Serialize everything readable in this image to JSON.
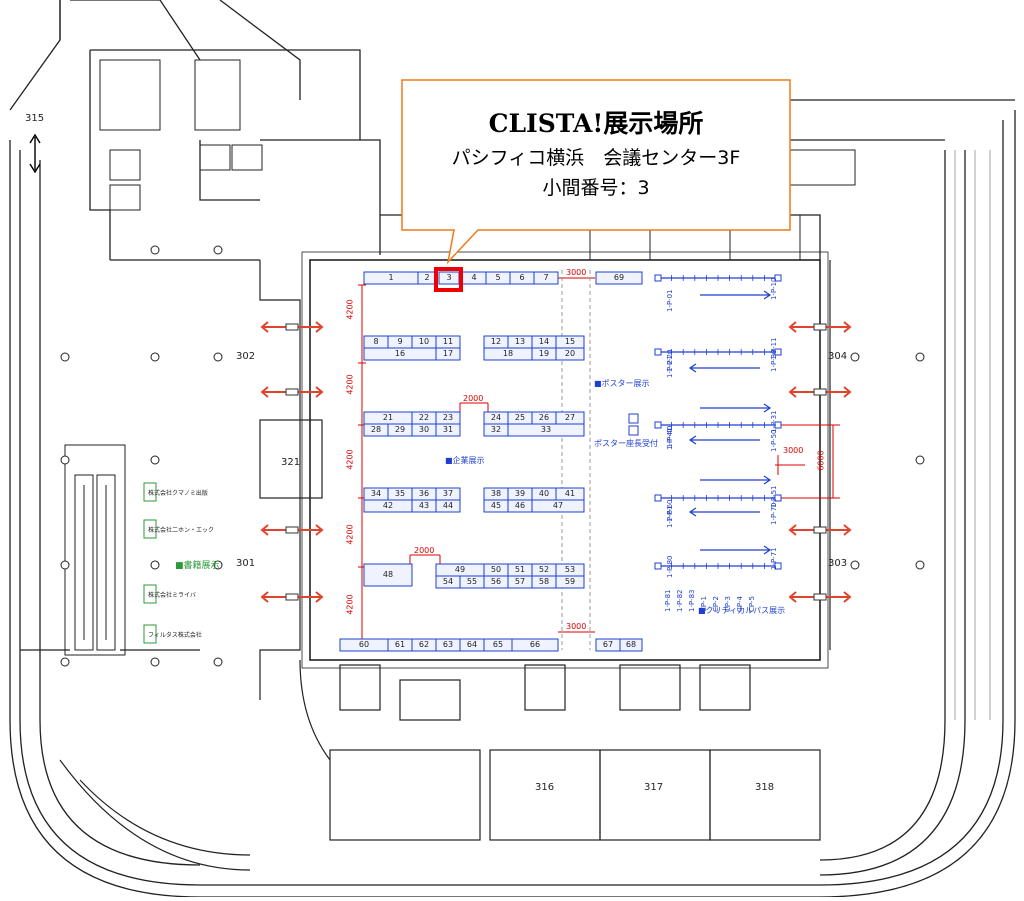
{
  "callout": {
    "title": "CLISTA!展示場所",
    "venue": "パシフィコ横浜　会議センター3F",
    "booth_label": "小間番号：",
    "booth_number": "3"
  },
  "rooms": {
    "r315": "315",
    "r302": "302",
    "r304": "304",
    "r321": "321",
    "r301": "301",
    "r303": "303",
    "r316": "316",
    "r317": "317",
    "r318": "318"
  },
  "zones": {
    "corporate": "■企業展示",
    "poster": "■ポスター展示",
    "poster_reception": "ポスター座長受付",
    "critical_path": "■クリティカルパス展示",
    "books": "■書籍展示"
  },
  "book_vendors": [
    "株式会社クマノミ出版",
    "株式会社二ホン・エック",
    "株式会社ミライバ",
    "フィルタス株式会社"
  ],
  "dimensions": {
    "d4200": "4200",
    "d2000": "2000",
    "d3000": "3000",
    "d6000": "6000"
  },
  "booths": {
    "b1": "1",
    "b2": "2",
    "b3": "3",
    "b4": "4",
    "b5": "5",
    "b6": "6",
    "b7": "7",
    "b69": "69",
    "b8": "8",
    "b9": "9",
    "b10": "10",
    "b11": "11",
    "b16": "16",
    "b17": "17",
    "b12": "12",
    "b13": "13",
    "b14": "14",
    "b15": "15",
    "b18": "18",
    "b19": "19",
    "b20": "20",
    "b21": "21",
    "b22": "22",
    "b23": "23",
    "b28": "28",
    "b29": "29",
    "b30": "30",
    "b31": "31",
    "b24": "24",
    "b25": "25",
    "b26": "26",
    "b27": "27",
    "b32": "32",
    "b33": "33",
    "b34": "34",
    "b35": "35",
    "b36": "36",
    "b37": "37",
    "b42": "42",
    "b43": "43",
    "b44": "44",
    "b38": "38",
    "b39": "39",
    "b40": "40",
    "b41": "41",
    "b45": "45",
    "b46": "46",
    "b47": "47",
    "b48": "48",
    "b49": "49",
    "b50": "50",
    "b51": "51",
    "b52": "52",
    "b53": "53",
    "b54": "54",
    "b55": "55",
    "b56": "56",
    "b57": "57",
    "b58": "58",
    "b59": "59",
    "b60": "60",
    "b61": "61",
    "b62": "62",
    "b63": "63",
    "b64": "64",
    "b65": "65",
    "b66": "66",
    "b67": "67",
    "b68": "68"
  },
  "poster_labels": {
    "p01": "1-P-01",
    "p10": "1-P-10",
    "p11": "1-P-11",
    "p20": "1-P-20",
    "p21": "1-P-21",
    "p30": "1-P-30",
    "p31": "1-P-31",
    "p40": "1-P-40",
    "p41": "1-P-41",
    "p50": "1-P-50",
    "p51": "1-P-51",
    "p60": "1-P-60",
    "p61": "1-P-61",
    "p70": "1-P-70",
    "p71": "1-P-71",
    "p80": "1-P-80",
    "p81": "1-P-81",
    "p82": "1-P-82",
    "p83": "1-P-83",
    "cp1": "CP-1",
    "cp2": "CP-2",
    "cp3": "CP-3",
    "cp4": "CP-4",
    "cp5": "CP-5"
  },
  "colors": {
    "booth_border": "#1f3fd0",
    "booth_fill": "#eef3ff",
    "highlight": "#e00000",
    "callout_border": "#f07a1a",
    "wall": "#222222",
    "dimension": "#d00000",
    "green": "#2a9a3a"
  }
}
